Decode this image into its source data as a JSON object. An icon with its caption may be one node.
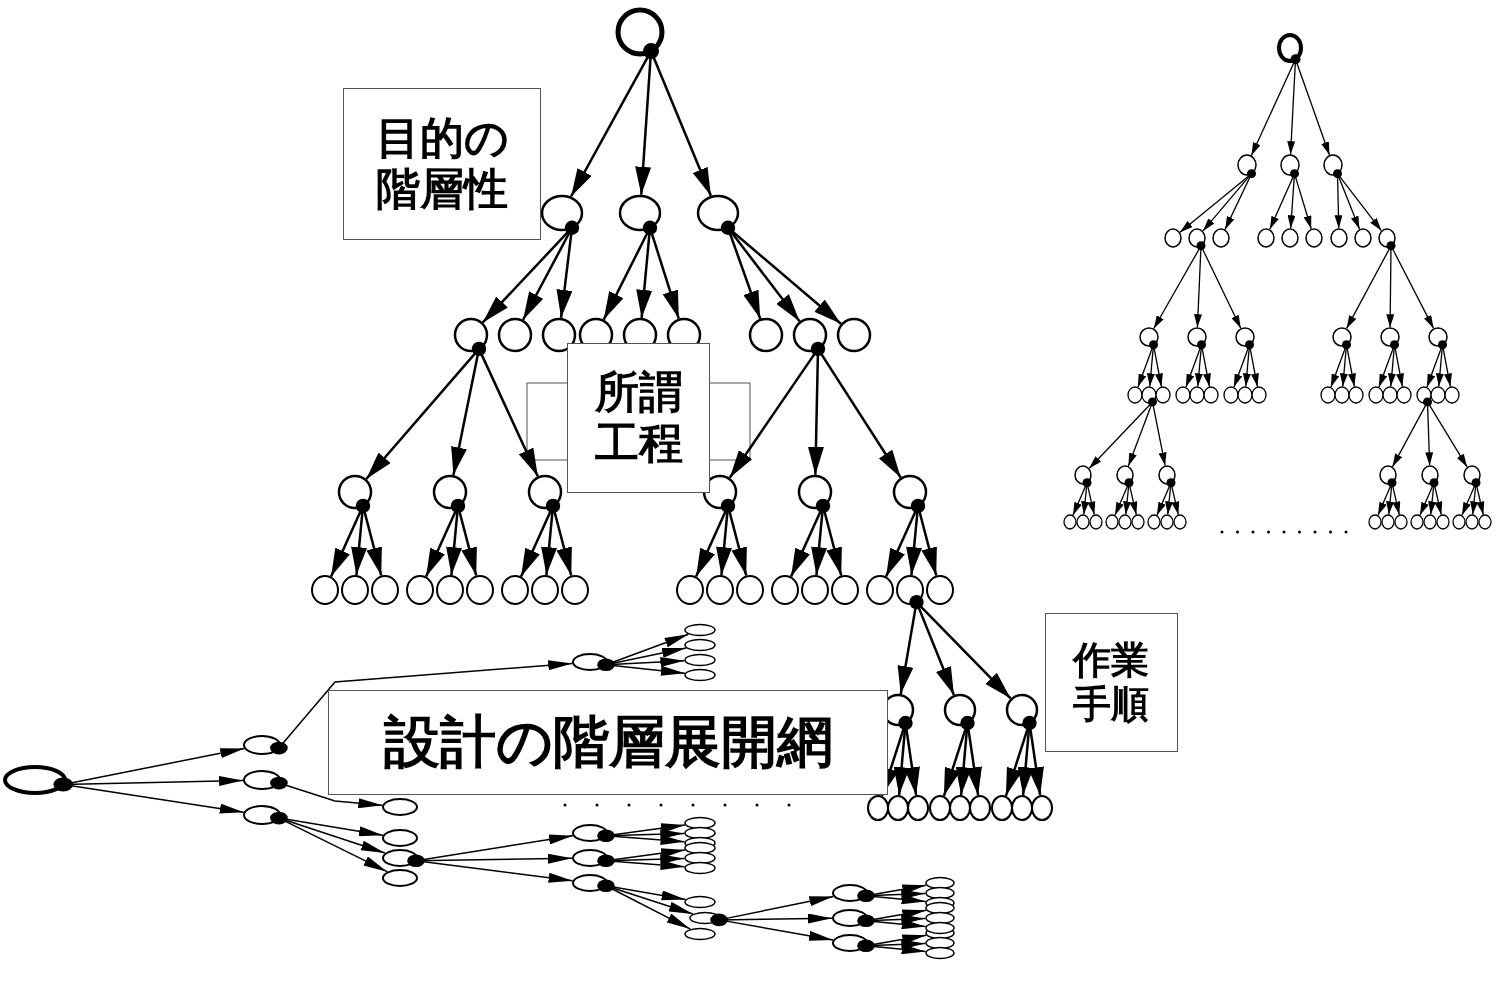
{
  "diagram": {
    "nodes": [
      {
        "text": [
          "目的の階層性"
        ]
      },
      {
        "text": [],
        "shape": "circle"
      },
      {
        "text": [],
        "shape": "circle"
      },
      {
        "text": [],
        "shape": "circle"
      },
      {
        "text": [],
        "shape": "circle"
      },
      {
        "text": [],
        "shape": "circle"
      },
      {
        "text": [],
        "shape": "circle"
      },
      {
        "text": [],
        "shape": "circle"
      },
      {
        "text": [],
        "shape": "circle"
      },
      {
        "text": [],
        "shape": "circle"
      },
      {
        "text": [],
        "shape": "circle"
      },
      {
        "text": [],
        "shape": "circle"
      },
      {
        "text": [],
        "shape": "circle"
      },
      {
        "text": [],
        "shape": "circle"
      },
      {
        "text": [],
        "shape": "circle"
      },
      {
        "text": [],
        "shape": "circle"
      },
      {
        "text": [],
        "shape": "circle"
      },
      {
        "text": [],
        "shape": "circle"
      },
      {
        "text": [],
        "shape": "circle"
      },
      {
        "text": [],
        "shape": "circle"
      },
      {
        "text": [],
        "shape": "circle"
      },
      {
        "text": [],
        "shape": "circle"
      },
      {
        "text": [],
        "shape": "circle"
      },
      {
        "text": [],
        "shape": "circle"
      },
      {
        "text": [],
        "shape": "circle"
      },
      {
        "text": [],
        "shape": "circle"
      },
      {
        "text": [],
        "shape": "circle"
      },
      {
        "text": [],
        "shape": "circle"
      },
      {
        "text": [],
        "shape": "circle"
      },
      {
        "text": [],
        "shape": "circle"
      },
      {
        "text": [],
        "shape": "circle"
      },
      {
        "text": [],
        "shape": "circle"
      },
      {
        "text": [],
        "shape": "circle"
      },
      {
        "text": [],
        "shape": "circle"
      },
      {
        "text": [],
        "shape": "circle"
      },
      {
        "text": [],
        "shape": "circle"
      },
      {
        "text": [],
        "shape": "circle"
      },
      {
        "text": [],
        "shape": "circle"
      },
      {
        "text": [],
        "shape": "circle"
      },
      {
        "text": [],
        "shape": "circle"
      },
      {
        "text": [],
        "shape": "circle"
      },
      {
        "text": [],
        "shape": "circle"
      },
      {
        "text": [],
        "shape": "circle"
      },
      {
        "text": [],
        "shape": "circle"
      },
      {
        "text": [],
        "shape": "circle"
      },
      {
        "text": [],
        "shape": "circle"
      },
      {
        "text": [],
        "shape": "circle"
      },
      {
        "text": [],
        "shape": "circle"
      },
      {
        "text": [],
        "shape": "circle"
      },
      {
        "text": [],
        "shape": "circle"
      },
      {
        "text": [],
        "shape": "circle"
      },
      {
        "text": [
          "所謂工程"
        ]
      },
      {
        "text": [],
        "shape": "circle"
      },
      {
        "text": [],
        "shape": "circle"
      },
      {
        "text": [],
        "shape": "circle"
      },
      {
        "text": [],
        "shape": "circle"
      },
      {
        "text": [],
        "shape": "circle"
      },
      {
        "text": [],
        "shape": "circle"
      },
      {
        "text": [],
        "shape": "circle"
      },
      {
        "text": [],
        "shape": "circle"
      },
      {
        "text": [],
        "shape": "circle"
      },
      {
        "text": [],
        "shape": "circle"
      },
      {
        "text": [],
        "shape": "circle"
      },
      {
        "text": [],
        "shape": "circle"
      },
      {
        "text": [],
        "shape": "circle"
      },
      {
        "text": [],
        "shape": "circle"
      },
      {
        "text": [],
        "shape": "circle"
      },
      {
        "text": [],
        "shape": "circle"
      },
      {
        "text": [],
        "shape": "circle"
      },
      {
        "text": [],
        "shape": "circle"
      },
      {
        "text": [],
        "shape": "circle"
      },
      {
        "text": [],
        "shape": "circle"
      },
      {
        "text": [],
        "shape": "circle"
      },
      {
        "text": [],
        "shape": "circle"
      },
      {
        "text": [],
        "shape": "circle"
      },
      {
        "text": [],
        "shape": "circle"
      },
      {
        "text": [],
        "shape": "circle"
      },
      {
        "text": [],
        "shape": "circle"
      },
      {
        "text": [],
        "shape": "circle"
      },
      {
        "text": [],
        "shape": "circle"
      },
      {
        "text": [],
        "shape": "circle"
      },
      {
        "text": [],
        "shape": "circle"
      },
      {
        "text": [],
        "shape": "circle"
      },
      {
        "text": [],
        "shape": "circle"
      },
      {
        "text": [],
        "shape": "circle"
      },
      {
        "text": [],
        "shape": "circle"
      },
      {
        "text": [],
        "shape": "circle"
      },
      {
        "text": [],
        "shape": "circle"
      },
      {
        "text": [],
        "shape": "circle"
      },
      {
        "text": [],
        "shape": "circle"
      },
      {
        "text": [],
        "shape": "circle"
      },
      {
        "text": [],
        "shape": "circle"
      },
      {
        "text": [],
        "shape": "circle"
      },
      {
        "text": [],
        "shape": "circle"
      },
      {
        "text": [],
        "shape": "circle"
      },
      {
        "text": [],
        "shape": "circle"
      },
      {
        "text": [],
        "shape": "circle"
      },
      {
        "text": [],
        "shape": "circle"
      },
      {
        "text": [],
        "shape": "circle"
      },
      {
        "text": [],
        "shape": "circle"
      },
      {
        "text": [],
        "shape": "circle"
      },
      {
        "text": [],
        "shape": "circle"
      },
      {
        "text": [],
        "shape": "circle"
      },
      {
        "text": [],
        "shape": "circle"
      },
      {
        "text": [],
        "shape": "circle"
      },
      {
        "text": [],
        "shape": "circle"
      },
      {
        "text": [],
        "shape": "circle"
      },
      {
        "text": [],
        "shape": "circle"
      },
      {
        "text": [],
        "shape": "circle"
      },
      {
        "text": [],
        "shape": "circle"
      },
      {
        "text": [],
        "shape": "circle"
      },
      {
        "text": [],
        "shape": "circle"
      },
      {
        "text": [],
        "shape": "circle"
      },
      {
        "text": [
          "作業手順"
        ]
      },
      {
        "text": [
          "設計の階層展開網"
        ]
      },
      {
        "text": [],
        "shape": "circle"
      },
      {
        "text": [],
        "shape": "circle"
      },
      {
        "text": [],
        "shape": "circle"
      },
      {
        "text": [],
        "shape": "circle"
      },
      {
        "text": [],
        "shape": "circle"
      },
      {
        "text": [],
        "shape": "circle"
      },
      {
        "text": [],
        "shape": "circle"
      },
      {
        "text": [],
        "shape": "circle"
      },
      {
        "text": [],
        "shape": "circle"
      },
      {
        "text": [],
        "shape": "circle"
      },
      {
        "text": [],
        "shape": "circle"
      },
      {
        "text": [],
        "shape": "circle"
      },
      {
        "text": [],
        "shape": "circle"
      },
      {
        "text": [],
        "shape": "circle"
      },
      {
        "text": [],
        "shape": "circle"
      },
      {
        "text": [],
        "shape": "circle"
      },
      {
        "text": [],
        "shape": "circle"
      },
      {
        "text": [],
        "shape": "circle"
      },
      {
        "text": [],
        "shape": "circle"
      },
      {
        "text": [],
        "shape": "circle"
      },
      {
        "text": [],
        "shape": "circle"
      },
      {
        "text": [],
        "shape": "circle"
      },
      {
        "text": [],
        "shape": "circle"
      },
      {
        "text": [],
        "shape": "circle"
      },
      {
        "text": [],
        "shape": "circle"
      },
      {
        "text": [],
        "shape": "circle"
      },
      {
        "text": [],
        "shape": "circle"
      },
      {
        "text": [],
        "shape": "circle"
      },
      {
        "text": [],
        "shape": "circle"
      },
      {
        "text": [],
        "shape": "circle"
      },
      {
        "text": [],
        "shape": "circle"
      },
      {
        "text": [],
        "shape": "circle"
      },
      {
        "text": [],
        "shape": "circle"
      },
      {
        "text": [],
        "shape": "circle"
      },
      {
        "text": [],
        "shape": "circle"
      },
      {
        "text": [],
        "shape": "circle"
      }
    ],
    "edges": [
      {
        "from": 1,
        "to": 2,
        "arrow": "to"
      },
      {
        "from": 1,
        "to": 3,
        "arrow": "to"
      },
      {
        "from": 1,
        "to": 4,
        "arrow": "to"
      },
      {
        "from": 2,
        "to": 5,
        "arrow": "to"
      },
      {
        "from": 2,
        "to": 6,
        "arrow": "to"
      },
      {
        "from": 2,
        "to": 7,
        "arrow": "to"
      },
      {
        "from": 3,
        "to": 8,
        "arrow": "to"
      },
      {
        "from": 3,
        "to": 9,
        "arrow": "to"
      },
      {
        "from": 3,
        "to": 10,
        "arrow": "to"
      },
      {
        "from": 4,
        "to": 11,
        "arrow": "to"
      },
      {
        "from": 4,
        "to": 12,
        "arrow": "to"
      },
      {
        "from": 4,
        "to": 13,
        "arrow": "to"
      },
      {
        "from": 5,
        "to": 14,
        "arrow": "to"
      },
      {
        "from": 5,
        "to": 15,
        "arrow": "to"
      },
      {
        "from": 5,
        "to": 16,
        "arrow": "to"
      },
      {
        "from": 14,
        "to": 17,
        "arrow": "to"
      },
      {
        "from": 14,
        "to": 18,
        "arrow": "to"
      },
      {
        "from": 14,
        "to": 19,
        "arrow": "to"
      },
      {
        "from": 15,
        "to": 20,
        "arrow": "to"
      },
      {
        "from": 15,
        "to": 21,
        "arrow": "to"
      },
      {
        "from": 15,
        "to": 22,
        "arrow": "to"
      },
      {
        "from": 16,
        "to": 23,
        "arrow": "to"
      },
      {
        "from": 16,
        "to": 24,
        "arrow": "to"
      },
      {
        "from": 16,
        "to": 25,
        "arrow": "to"
      },
      {
        "from": 12,
        "to": 26,
        "arrow": "to"
      },
      {
        "from": 12,
        "to": 27,
        "arrow": "to"
      },
      {
        "from": 12,
        "to": 28,
        "arrow": "to"
      },
      {
        "from": 26,
        "to": 29,
        "arrow": "to"
      },
      {
        "from": 26,
        "to": 30,
        "arrow": "to"
      },
      {
        "from": 26,
        "to": 31,
        "arrow": "to"
      },
      {
        "from": 27,
        "to": 32,
        "arrow": "to"
      },
      {
        "from": 27,
        "to": 33,
        "arrow": "to"
      },
      {
        "from": 27,
        "to": 34,
        "arrow": "to"
      },
      {
        "from": 28,
        "to": 35,
        "arrow": "to"
      },
      {
        "from": 28,
        "to": 36,
        "arrow": "to"
      },
      {
        "from": 28,
        "to": 37,
        "arrow": "to"
      },
      {
        "from": 36,
        "to": 38,
        "arrow": "to"
      },
      {
        "from": 36,
        "to": 39,
        "arrow": "to"
      },
      {
        "from": 36,
        "to": 40,
        "arrow": "to"
      },
      {
        "from": 38,
        "to": 41,
        "arrow": "to"
      },
      {
        "from": 38,
        "to": 42,
        "arrow": "to"
      },
      {
        "from": 38,
        "to": 43,
        "arrow": "to"
      },
      {
        "from": 39,
        "to": 44,
        "arrow": "to"
      },
      {
        "from": 39,
        "to": 45,
        "arrow": "to"
      },
      {
        "from": 39,
        "to": 46,
        "arrow": "to"
      },
      {
        "from": 40,
        "to": 47,
        "arrow": "to"
      },
      {
        "from": 40,
        "to": 48,
        "arrow": "to"
      },
      {
        "from": 40,
        "to": 49,
        "arrow": "to"
      },
      {
        "from": 52,
        "to": 53,
        "arrow": "to"
      },
      {
        "from": 52,
        "to": 54,
        "arrow": "to"
      },
      {
        "from": 52,
        "to": 55,
        "arrow": "to"
      },
      {
        "from": 53,
        "to": 56,
        "arrow": "to"
      },
      {
        "from": 53,
        "to": 57,
        "arrow": "to"
      },
      {
        "from": 53,
        "to": 58,
        "arrow": "to"
      },
      {
        "from": 54,
        "to": 59,
        "arrow": "to"
      },
      {
        "from": 54,
        "to": 60,
        "arrow": "to"
      },
      {
        "from": 54,
        "to": 61,
        "arrow": "to"
      },
      {
        "from": 55,
        "to": 62,
        "arrow": "to"
      },
      {
        "from": 55,
        "to": 63,
        "arrow": "to"
      },
      {
        "from": 55,
        "to": 64,
        "arrow": "to"
      },
      {
        "from": 57,
        "to": 65,
        "arrow": "to"
      },
      {
        "from": 57,
        "to": 66,
        "arrow": "to"
      },
      {
        "from": 57,
        "to": 67,
        "arrow": "to"
      },
      {
        "from": 65,
        "to": 68,
        "arrow": "to"
      },
      {
        "from": 65,
        "to": 69,
        "arrow": "to"
      },
      {
        "from": 65,
        "to": 70,
        "arrow": "to"
      },
      {
        "from": 66,
        "to": 71,
        "arrow": "to"
      },
      {
        "from": 66,
        "to": 72,
        "arrow": "to"
      },
      {
        "from": 66,
        "to": 73,
        "arrow": "to"
      },
      {
        "from": 67,
        "to": 74,
        "arrow": "to"
      },
      {
        "from": 67,
        "to": 75,
        "arrow": "to"
      },
      {
        "from": 67,
        "to": 76,
        "arrow": "to"
      },
      {
        "from": 69,
        "to": 77,
        "arrow": "to"
      },
      {
        "from": 69,
        "to": 78,
        "arrow": "to"
      },
      {
        "from": 69,
        "to": 79,
        "arrow": "to"
      },
      {
        "from": 77,
        "to": 80,
        "arrow": "to"
      },
      {
        "from": 77,
        "to": 81,
        "arrow": "to"
      },
      {
        "from": 77,
        "to": 82,
        "arrow": "to"
      },
      {
        "from": 78,
        "to": 83,
        "arrow": "to"
      },
      {
        "from": 78,
        "to": 84,
        "arrow": "to"
      },
      {
        "from": 78,
        "to": 85,
        "arrow": "to"
      },
      {
        "from": 79,
        "to": 86,
        "arrow": "to"
      },
      {
        "from": 79,
        "to": 87,
        "arrow": "to"
      },
      {
        "from": 79,
        "to": 88,
        "arrow": "to"
      },
      {
        "from": 64,
        "to": 89,
        "arrow": "to"
      },
      {
        "from": 64,
        "to": 90,
        "arrow": "to"
      },
      {
        "from": 64,
        "to": 91,
        "arrow": "to"
      },
      {
        "from": 89,
        "to": 92,
        "arrow": "to"
      },
      {
        "from": 89,
        "to": 93,
        "arrow": "to"
      },
      {
        "from": 89,
        "to": 94,
        "arrow": "to"
      },
      {
        "from": 90,
        "to": 95,
        "arrow": "to"
      },
      {
        "from": 90,
        "to": 96,
        "arrow": "to"
      },
      {
        "from": 90,
        "to": 97,
        "arrow": "to"
      },
      {
        "from": 91,
        "to": 98,
        "arrow": "to"
      },
      {
        "from": 91,
        "to": 99,
        "arrow": "to"
      },
      {
        "from": 91,
        "to": 100,
        "arrow": "to"
      },
      {
        "from": 98,
        "to": 101,
        "arrow": "to"
      },
      {
        "from": 98,
        "to": 102,
        "arrow": "to"
      },
      {
        "from": 98,
        "to": 103,
        "arrow": "to"
      },
      {
        "from": 101,
        "to": 104,
        "arrow": "to"
      },
      {
        "from": 101,
        "to": 105,
        "arrow": "to"
      },
      {
        "from": 101,
        "to": 106,
        "arrow": "to"
      },
      {
        "from": 102,
        "to": 107,
        "arrow": "to"
      },
      {
        "from": 102,
        "to": 108,
        "arrow": "to"
      },
      {
        "from": 102,
        "to": 109,
        "arrow": "to"
      },
      {
        "from": 103,
        "to": 110,
        "arrow": "to"
      },
      {
        "from": 103,
        "to": 111,
        "arrow": "to"
      },
      {
        "from": 103,
        "to": 112,
        "arrow": "to"
      },
      {
        "from": 115,
        "to": 116,
        "arrow": "to"
      },
      {
        "from": 115,
        "to": 117,
        "arrow": "to"
      },
      {
        "from": 115,
        "to": 118,
        "arrow": "to"
      },
      {
        "from": 116,
        "to": 119,
        "arrow": "to"
      },
      {
        "from": 119,
        "to": 120,
        "arrow": "to"
      },
      {
        "from": 119,
        "to": 121,
        "arrow": "to"
      },
      {
        "from": 119,
        "to": 122,
        "arrow": "to"
      },
      {
        "from": 119,
        "to": 123,
        "arrow": "to"
      },
      {
        "from": 117,
        "to": 124,
        "arrow": "to"
      },
      {
        "from": 118,
        "to": 125,
        "arrow": "to"
      },
      {
        "from": 118,
        "to": 126,
        "arrow": "to"
      },
      {
        "from": 118,
        "to": 127,
        "arrow": "to"
      },
      {
        "from": 126,
        "to": 128,
        "arrow": "to"
      },
      {
        "from": 126,
        "to": 129,
        "arrow": "to"
      },
      {
        "from": 126,
        "to": 130,
        "arrow": "to"
      },
      {
        "from": 128,
        "to": 131,
        "arrow": "to"
      },
      {
        "from": 128,
        "to": 132,
        "arrow": "to"
      },
      {
        "from": 128,
        "to": 133,
        "arrow": "to"
      },
      {
        "from": 129,
        "to": 134,
        "arrow": "to"
      },
      {
        "from": 129,
        "to": 135,
        "arrow": "to"
      },
      {
        "from": 129,
        "to": 136,
        "arrow": "to"
      },
      {
        "from": 130,
        "to": 137,
        "arrow": "to"
      },
      {
        "from": 130,
        "to": 138,
        "arrow": "to"
      },
      {
        "from": 130,
        "to": 139,
        "arrow": "to"
      },
      {
        "from": 138,
        "to": 140,
        "arrow": "to"
      },
      {
        "from": 138,
        "to": 141,
        "arrow": "to"
      },
      {
        "from": 138,
        "to": 142,
        "arrow": "to"
      },
      {
        "from": 140,
        "to": 143,
        "arrow": "to"
      },
      {
        "from": 140,
        "to": 144,
        "arrow": "to"
      },
      {
        "from": 140,
        "to": 145,
        "arrow": "to"
      },
      {
        "from": 141,
        "to": 146,
        "arrow": "to"
      },
      {
        "from": 141,
        "to": 147,
        "arrow": "to"
      },
      {
        "from": 141,
        "to": 148,
        "arrow": "to"
      },
      {
        "from": 142,
        "to": 149,
        "arrow": "to"
      },
      {
        "from": 142,
        "to": 150,
        "arrow": "to"
      },
      {
        "from": 142,
        "to": 50,
        "arrow": "to"
      }
    ]
  }
}
